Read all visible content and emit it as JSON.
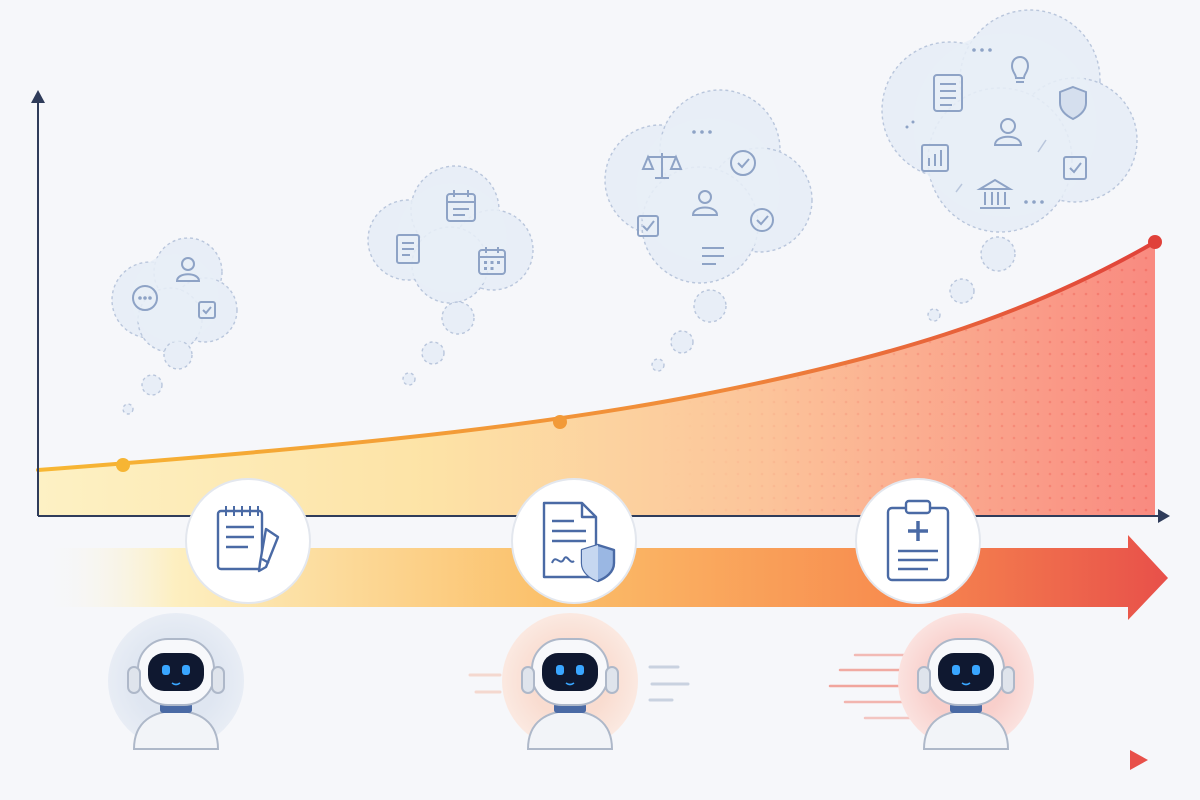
{
  "colors": {
    "background": "#f6f7fa",
    "axis": "#2f3c5a",
    "curve_start": "#f7b733",
    "curve_end": "#e8453c",
    "band_start": "#fde9a8",
    "band_mid": "#f9a24f",
    "band_end": "#e85548",
    "bubble_fill": "#e8eef7",
    "bubble_stroke": "#b9c6dc",
    "icon_stroke": "#8ea3c6",
    "milestone_icon": "#4a6aa5",
    "robot_body": "#f2f4f8",
    "robot_visor": "#0f1830",
    "robot_eyes": "#39a6ff",
    "bottom_arrow_start": "#3f8ff0",
    "bottom_arrow_end": "#e85548"
  },
  "stages": [
    {
      "name": "stage-1",
      "milestone_icon": "notepad-pencil-icon",
      "thought_icons": [
        "more-dots-icon",
        "user-icon",
        "checkbox-icon"
      ],
      "robot_motion": "still",
      "halo_color": "#dfe6f1"
    },
    {
      "name": "stage-2",
      "milestone_icon": "signed-document-shield-icon",
      "thought_icons": [
        "calendar-icon",
        "document-icon",
        "calendar-grid-icon"
      ],
      "robot_motion": "moving",
      "halo_color": "#f9dfd3"
    },
    {
      "name": "stage-3",
      "milestone_icon": "medical-clipboard-icon",
      "thought_icons": [
        "scales-icon",
        "check-circle-icon",
        "user-icon",
        "checkbox-icon",
        "check-circle-icon",
        "text-lines-icon"
      ],
      "robot_motion": "fast",
      "halo_color": "#f9d3cf"
    },
    {
      "name": "stage-4",
      "thought_icons": [
        "lightbulb-icon",
        "document-icon",
        "shield-icon",
        "user-icon",
        "bar-chart-icon",
        "checkbox-icon",
        "institution-icon"
      ]
    }
  ]
}
